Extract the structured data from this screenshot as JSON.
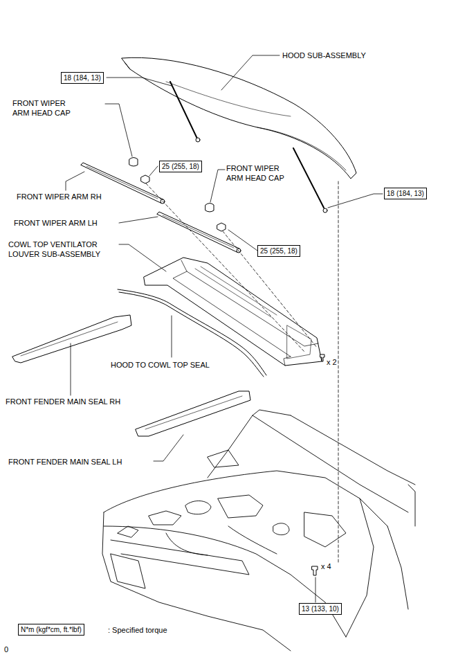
{
  "diagram": {
    "nodes": [
      {
        "text": [
          "18 (184, 13)"
        ]
      },
      {
        "text": [
          "25 (255, 18)"
        ]
      },
      {
        "text": [
          "18 (184, 13)"
        ]
      },
      {
        "text": [
          "25 (255, 18)"
        ]
      },
      {
        "text": [
          "13 (133, 10)"
        ]
      },
      {
        "text": [
          "N*m (kgf*cm, ft.*lbf)"
        ]
      }
    ],
    "labels": [
      "HOOD SUB-ASSEMBLY",
      "FRONT WIPER ARM HEAD CAP",
      "FRONT WIPER ARM HEAD CAP",
      "FRONT WIPER ARM RH",
      "FRONT WIPER ARM LH",
      "COWL TOP VENTILATOR LOUVER SUB-ASSEMBLY",
      "x 2",
      "HOOD TO COWL TOP SEAL",
      "FRONT FENDER MAIN SEAL RH",
      "FRONT FENDER MAIN SEAL LH",
      "x 4",
      ": Specified torque",
      "0"
    ]
  }
}
